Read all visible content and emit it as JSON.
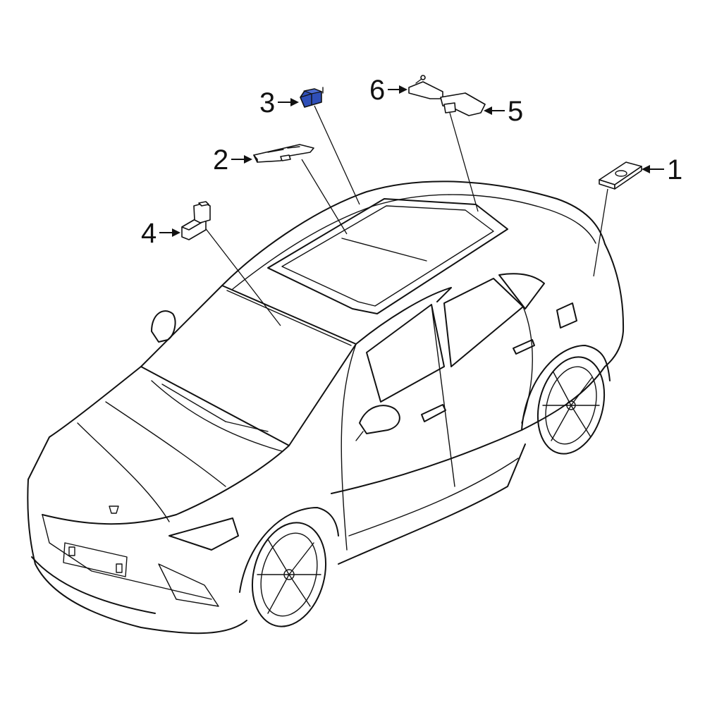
{
  "diagram": {
    "subject": "car-outline",
    "highlight_color": "#2f4fb8",
    "callouts": [
      {
        "id": "1",
        "label": "1"
      },
      {
        "id": "2",
        "label": "2"
      },
      {
        "id": "3",
        "label": "3",
        "highlighted": true
      },
      {
        "id": "4",
        "label": "4"
      },
      {
        "id": "5",
        "label": "5"
      },
      {
        "id": "6",
        "label": "6"
      }
    ]
  }
}
